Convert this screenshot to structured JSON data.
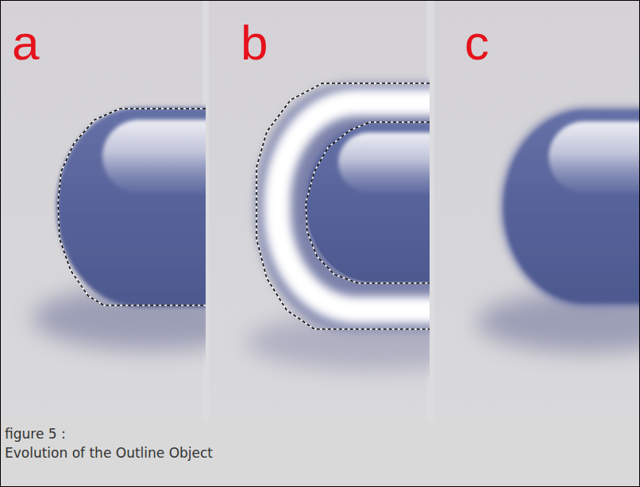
{
  "diagram": {
    "caption": "Evolution of the Outline Object",
    "labels": [
      "a",
      "b",
      "c",
      "figure 5 :"
    ]
  }
}
